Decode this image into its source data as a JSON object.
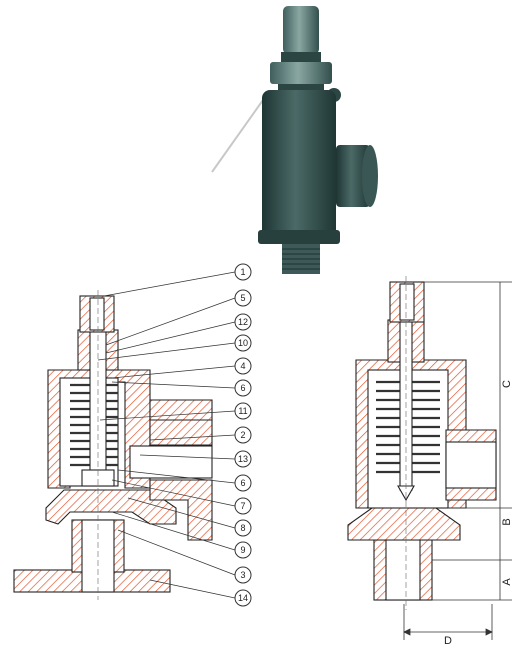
{
  "callouts": [
    {
      "label": "1"
    },
    {
      "label": "5"
    },
    {
      "label": "12"
    },
    {
      "label": "10"
    },
    {
      "label": "4"
    },
    {
      "label": "6"
    },
    {
      "label": "11"
    },
    {
      "label": "2"
    },
    {
      "label": "13"
    },
    {
      "label": "6"
    },
    {
      "label": "7"
    },
    {
      "label": "8"
    },
    {
      "label": "9"
    },
    {
      "label": "3"
    },
    {
      "label": "14"
    }
  ],
  "dimensions": {
    "a": "A",
    "b": "B",
    "c": "C",
    "d": "D"
  },
  "colors": {
    "valve_body": "#2f4b49",
    "valve_highlight": "#5f7c78",
    "line": "#222222",
    "hatch": "#e1562e"
  }
}
